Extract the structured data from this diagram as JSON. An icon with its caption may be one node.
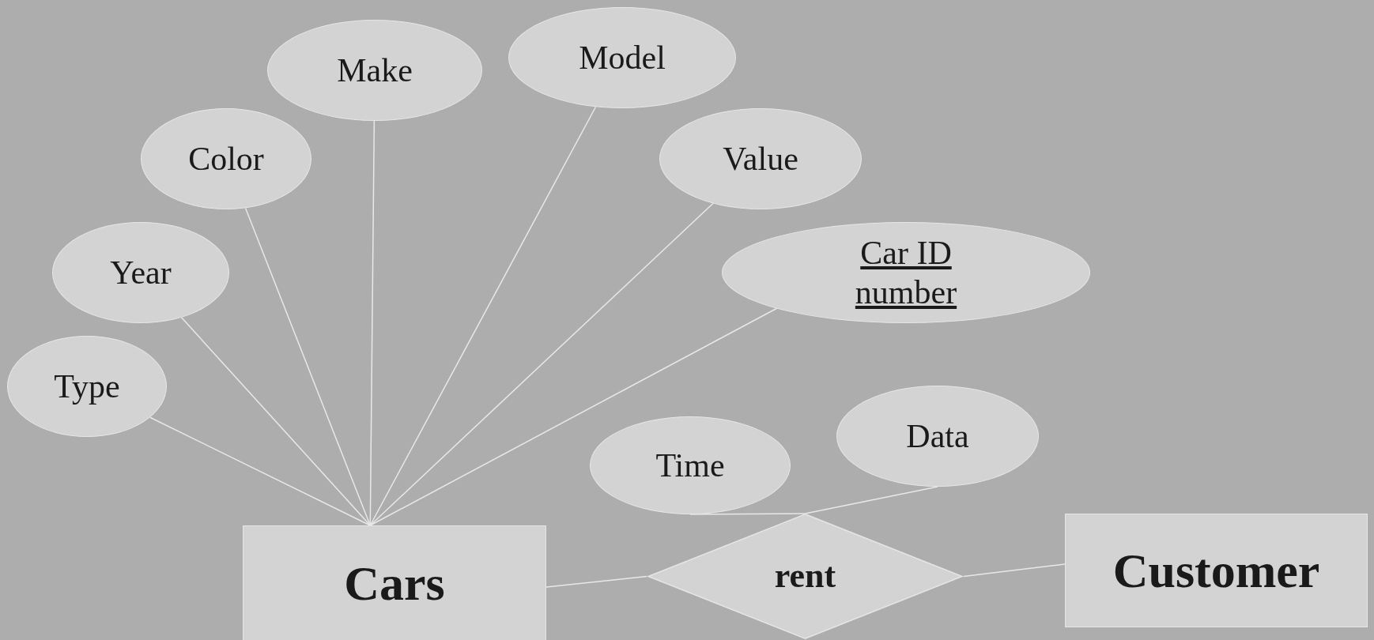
{
  "diagram": {
    "nodes": [
      {
        "text": [
          "Model"
        ]
      },
      {
        "text": [
          "Make"
        ]
      },
      {
        "text": [
          "Color"
        ]
      },
      {
        "text": [
          "Value"
        ]
      },
      {
        "text": [
          "Year"
        ]
      },
      {
        "text": [
          "Car ID number"
        ]
      },
      {
        "text": [
          "Type"
        ]
      },
      {
        "text": [
          "Data"
        ]
      },
      {
        "text": [
          "Time"
        ]
      },
      {
        "text": [
          "Cars"
        ]
      },
      {
        "text": [
          "rent"
        ]
      },
      {
        "text": [
          "Customer"
        ]
      }
    ],
    "edges": [
      {
        "from": 0,
        "to": 9,
        "arrow": "none"
      },
      {
        "from": 1,
        "to": 9,
        "arrow": "none"
      },
      {
        "from": 2,
        "to": 9,
        "arrow": "none"
      },
      {
        "from": 3,
        "to": 9,
        "arrow": "none"
      },
      {
        "from": 4,
        "to": 9,
        "arrow": "none"
      },
      {
        "from": 5,
        "to": 9,
        "arrow": "none"
      },
      {
        "from": 6,
        "to": 9,
        "arrow": "none"
      },
      {
        "from": 7,
        "to": 10,
        "arrow": "none"
      },
      {
        "from": 8,
        "to": 10,
        "arrow": "none"
      },
      {
        "from": 9,
        "to": 10,
        "arrow": "none"
      },
      {
        "from": 10,
        "to": 11,
        "arrow": "none"
      }
    ]
  }
}
